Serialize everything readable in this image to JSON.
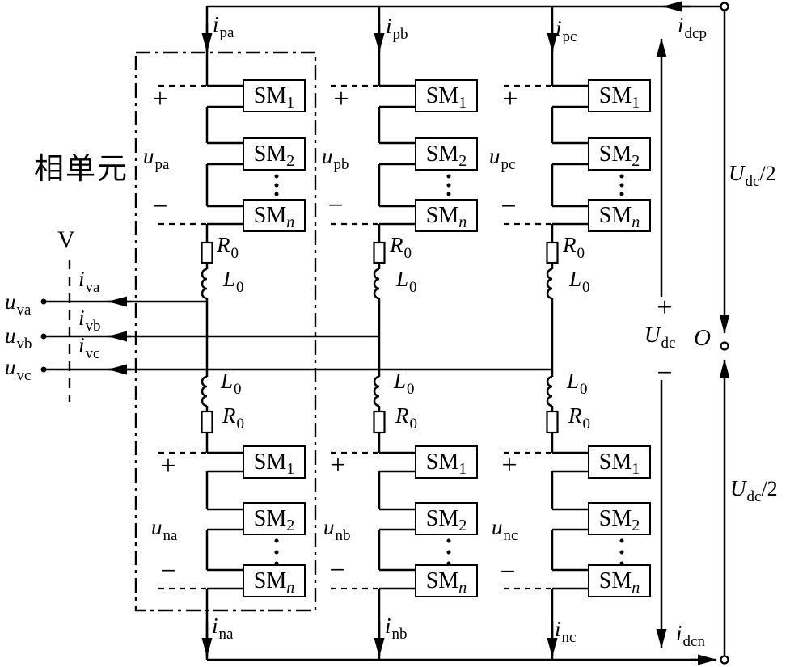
{
  "figure": {
    "phase_unit_label": "相单元",
    "valve_label": "V"
  },
  "sm": {
    "name": "SM",
    "sub_1": "1",
    "sub_2": "2",
    "sub_n": "n"
  },
  "impedance": {
    "resistor_main": "R",
    "resistor_sub": "0",
    "inductor_main": "L",
    "inductor_sub": "0"
  },
  "signs": {
    "plus": "+",
    "minus": "−"
  },
  "currents": {
    "upper": [
      {
        "main": "i",
        "sub": "pa"
      },
      {
        "main": "i",
        "sub": "pb"
      },
      {
        "main": "i",
        "sub": "pc"
      }
    ],
    "lower": [
      {
        "main": "i",
        "sub": "na"
      },
      {
        "main": "i",
        "sub": "nb"
      },
      {
        "main": "i",
        "sub": "nc"
      }
    ],
    "ac": [
      {
        "main": "i",
        "sub": "va"
      },
      {
        "main": "i",
        "sub": "vb"
      },
      {
        "main": "i",
        "sub": "vc"
      }
    ],
    "dcp": {
      "main": "i",
      "sub": "dcp"
    },
    "dcn": {
      "main": "i",
      "sub": "dcn"
    }
  },
  "voltages": {
    "upper": [
      {
        "main": "u",
        "sub": "pa"
      },
      {
        "main": "u",
        "sub": "pb"
      },
      {
        "main": "u",
        "sub": "pc"
      }
    ],
    "lower": [
      {
        "main": "u",
        "sub": "na"
      },
      {
        "main": "u",
        "sub": "nb"
      },
      {
        "main": "u",
        "sub": "nc"
      }
    ],
    "ac": [
      {
        "main": "u",
        "sub": "va"
      },
      {
        "main": "u",
        "sub": "vb"
      },
      {
        "main": "u",
        "sub": "vc"
      }
    ],
    "dc": {
      "main": "U",
      "sub": "dc"
    },
    "dc_half_upper": {
      "main": "U",
      "sub": "dc",
      "post": "/2"
    },
    "dc_half_lower": {
      "main": "U",
      "sub": "dc",
      "post": "/2"
    },
    "neutral_point": "O"
  }
}
